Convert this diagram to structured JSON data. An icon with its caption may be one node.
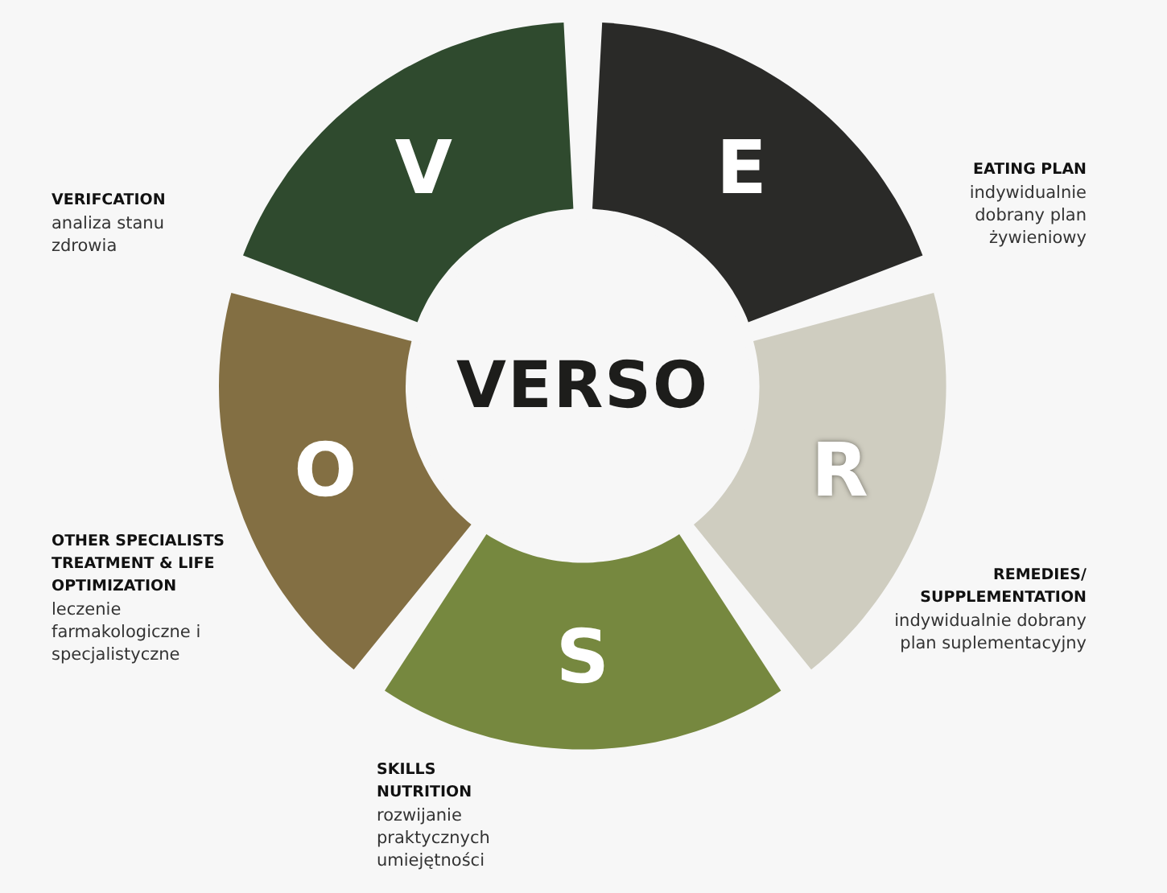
{
  "diagram": {
    "nodes": [
      {
        "text": [
          "V"
        ],
        "beside": [
          "VERIFCATION",
          "analiza stanu zdrowia"
        ]
      },
      {
        "text": [
          "E"
        ],
        "beside": [
          "EATING PLAN",
          "indywidualnie dobrany plan żywieniowy"
        ]
      },
      {
        "text": [
          "VERSO"
        ]
      },
      {
        "text": [
          "O"
        ],
        "beside": [
          "OTHER SPECIALISTS TREATMENT & LIFE OPTIMIZATION",
          "leczenie farmakologiczne i specjalistyczne"
        ]
      },
      {
        "text": [
          "R"
        ],
        "beside": [
          "REMEDIES/ SUPPLEMENTATION",
          "indywidualnie dobrany plan suplementacyjny"
        ]
      },
      {
        "text": [
          "S"
        ],
        "beside": [
          "SKILLS NUTRITION",
          "rozwijanie praktycznych umiejętności"
        ]
      }
    ]
  }
}
